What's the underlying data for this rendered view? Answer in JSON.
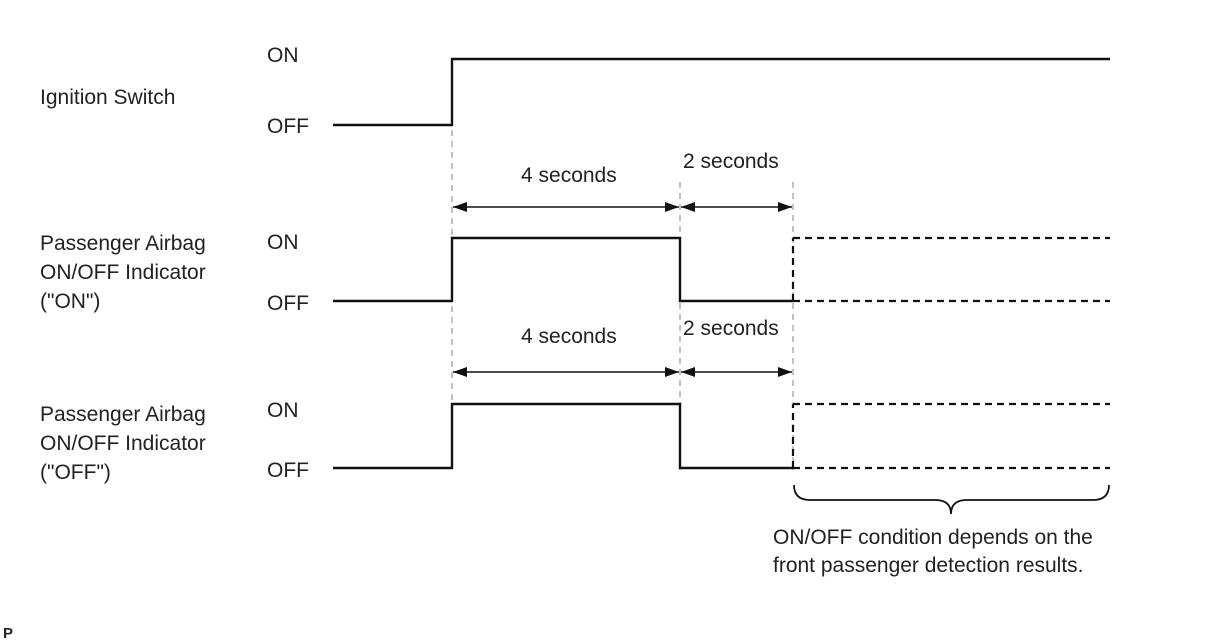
{
  "signals": [
    {
      "label_lines": [
        "Ignition Switch"
      ],
      "on_label": "ON",
      "off_label": "OFF"
    },
    {
      "label_lines": [
        "Passenger Airbag",
        "ON/OFF Indicator",
        "(\"ON\")"
      ],
      "on_label": "ON",
      "off_label": "OFF"
    },
    {
      "label_lines": [
        "Passenger Airbag",
        "ON/OFF Indicator",
        "(\"OFF\")"
      ],
      "on_label": "ON",
      "off_label": "OFF"
    }
  ],
  "durations": {
    "first": "4 seconds",
    "second": "2 seconds"
  },
  "note_lines": [
    "ON/OFF condition depends on the",
    "front passenger detection results."
  ],
  "corner_mark": "P"
}
